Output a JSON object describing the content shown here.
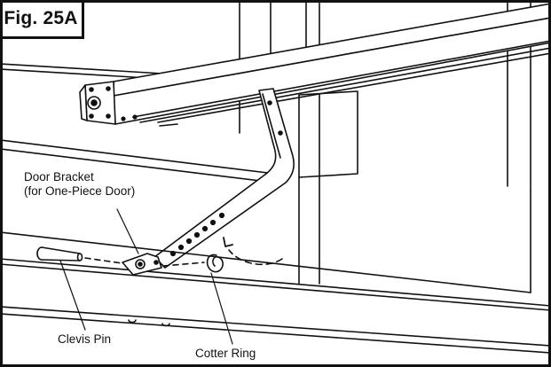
{
  "figure": {
    "badge": "Fig. 25A"
  },
  "labels": {
    "door_bracket_line1": "Door Bracket",
    "door_bracket_line2": "(for One-Piece Door)",
    "clevis_pin": "Clevis Pin",
    "cotter_ring": "Cotter Ring"
  },
  "colors": {
    "ink": "#111111",
    "paper": "#ffffff"
  }
}
